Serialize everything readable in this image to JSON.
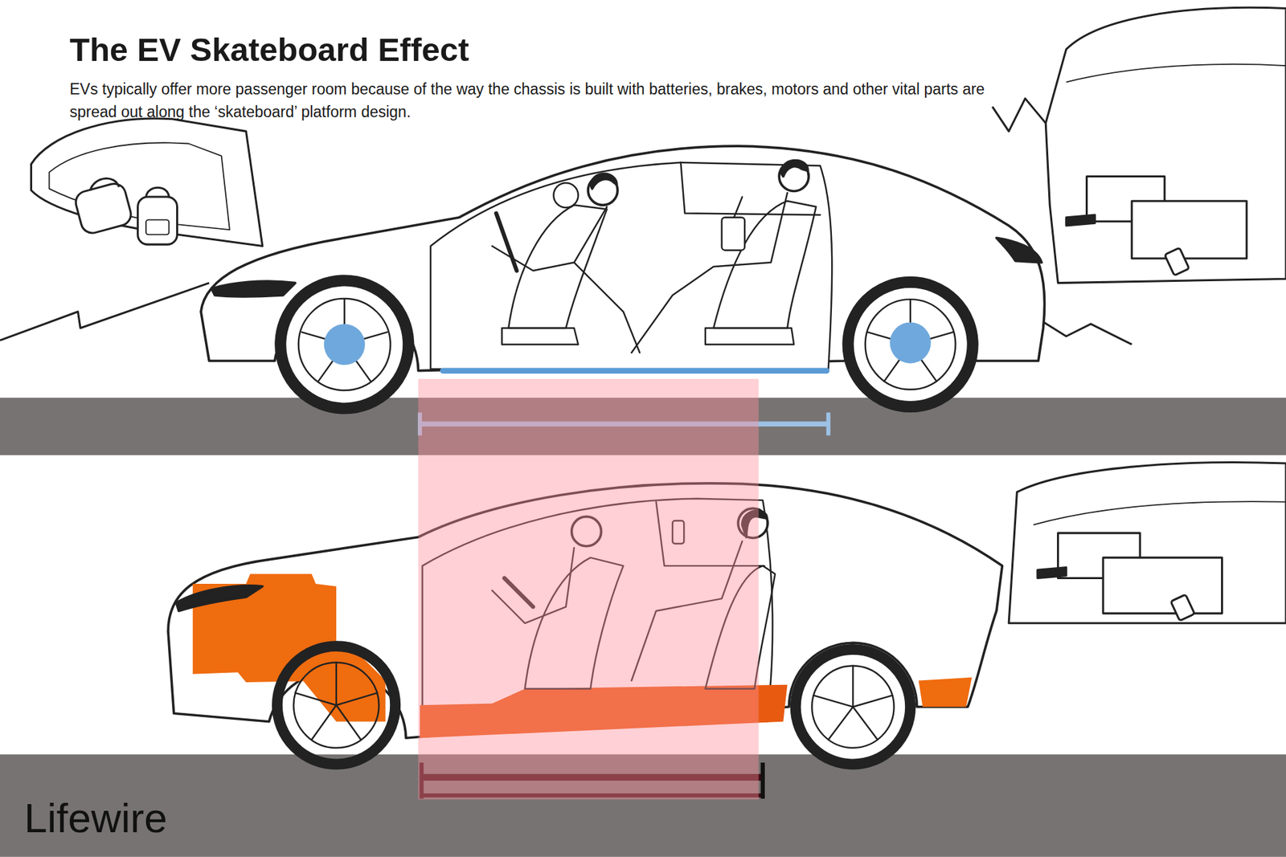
{
  "diagram": {
    "title": "The EV Skateboard Effect",
    "caption": "EVs typically offer more passenger room because of the way the chassis is built with batteries, brakes, motors and other vital parts are spread out along the ‘skateboard’ platform design.",
    "labels": [
      "Lifewire"
    ]
  }
}
